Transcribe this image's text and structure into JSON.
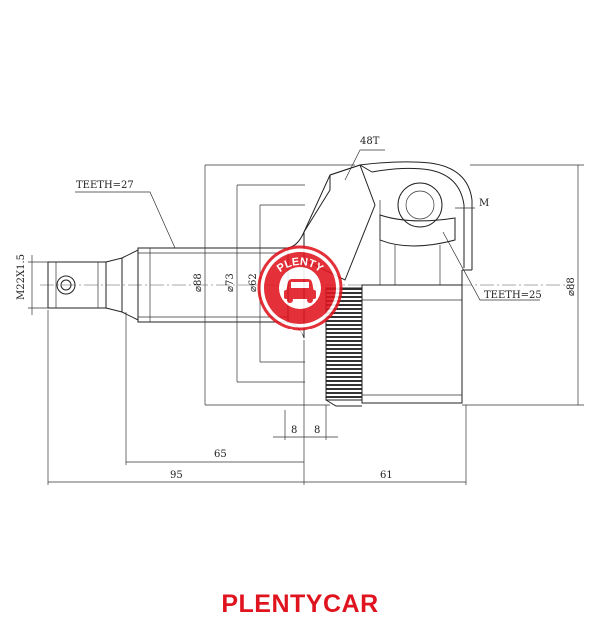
{
  "labels": {
    "spline_outer": "48T",
    "spline_shaft": "TEETH=27",
    "thread": "M22X1.5",
    "ball_marker": "M",
    "spline_inner": "TEETH=25",
    "dia_shaft": "⌀88",
    "dia_mid": "⌀73",
    "dia_inner": "⌀62",
    "dia_outer": "⌀88",
    "dim_w1": "8",
    "dim_w2": "8",
    "dim_65": "65",
    "dim_95": "95",
    "dim_61": "61"
  },
  "watermark": {
    "top_text": "PLENTY",
    "bottom_text": "CAR",
    "color": "#e0141e"
  },
  "brand": {
    "name": "PLENTYCAR",
    "color": "#e0141e"
  }
}
